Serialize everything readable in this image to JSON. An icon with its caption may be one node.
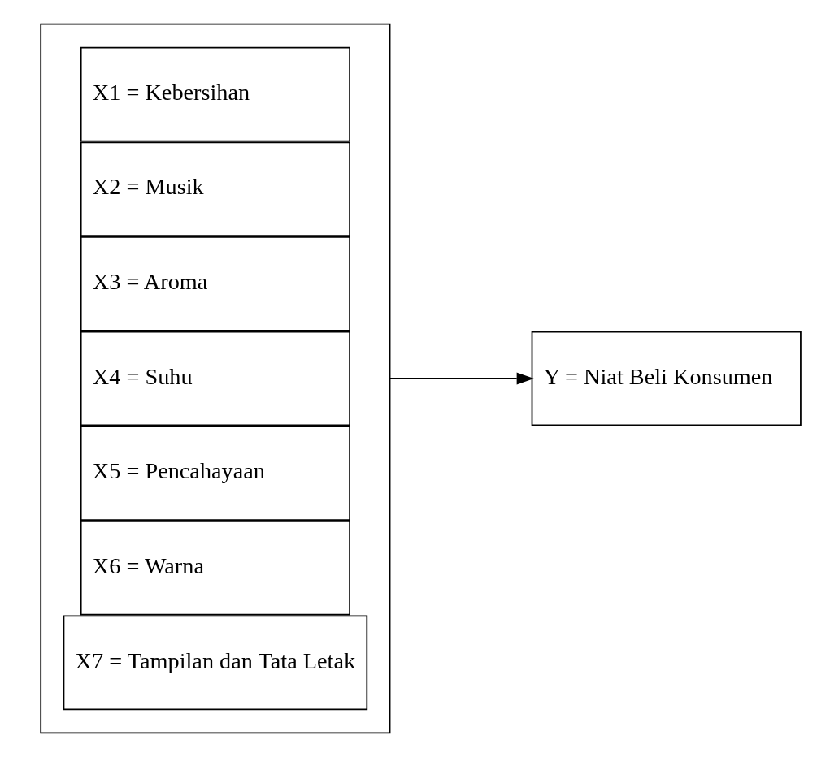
{
  "diagram": {
    "nodes": [
      {
        "text": [],
        "shape": "box"
      },
      {
        "text": [
          "X1 = Kebersihan"
        ],
        "in": 0
      },
      {
        "text": [
          "X2 = Musik"
        ],
        "in": 0
      },
      {
        "text": [
          "X3 = Aroma"
        ],
        "in": 0
      },
      {
        "text": [
          "X4 = Suhu"
        ],
        "in": 0
      },
      {
        "text": [
          "X5 = Pencahayaan"
        ],
        "in": 0
      },
      {
        "text": [
          "X6 = Warna"
        ],
        "in": 0
      },
      {
        "text": [
          "X7 = Tampilan dan Tata Letak"
        ],
        "in": 0
      },
      {
        "text": [
          "Y = Niat Beli Konsumen"
        ]
      }
    ],
    "edges": [
      {
        "from": 0,
        "to": 8,
        "arrow": "to"
      }
    ]
  }
}
